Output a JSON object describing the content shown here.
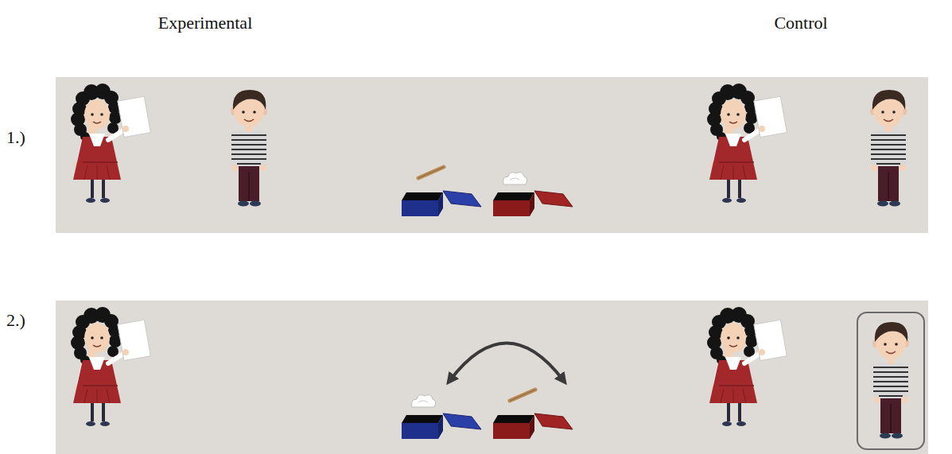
{
  "diagram": {
    "labels": [
      "Experimental",
      "Control",
      "1.)",
      "2.)"
    ]
  }
}
